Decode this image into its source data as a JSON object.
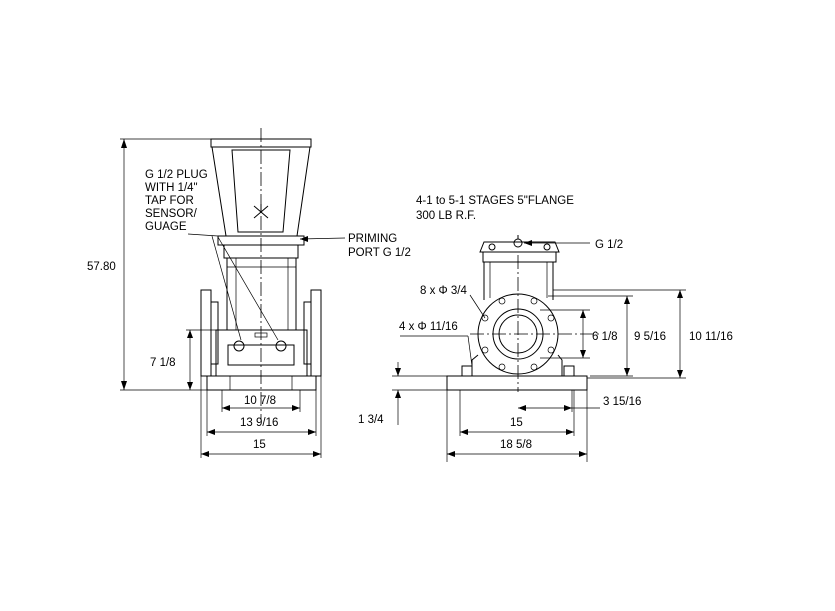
{
  "side_view": {
    "plug_note": [
      "G 1/2 PLUG",
      "WITH 1/4\"",
      "TAP FOR",
      "SENSOR/",
      "GUAGE"
    ],
    "priming_note": [
      "PRIMING",
      "PORT G 1/2"
    ],
    "dim_height": "57.80",
    "dim_inlet_height": "7 1/8",
    "dim_bolt_span": "10 7/8",
    "dim_base_width": "13 9/16",
    "dim_flange_width": "15"
  },
  "front_view": {
    "flange_note": [
      "4-1 to 5-1 STAGES 5\"FLANGE",
      "300 LB R.F."
    ],
    "vent_note": "G 1/2",
    "holes_flange": "8 x Φ 3/4",
    "holes_base": "4 x Φ 11/16",
    "dim_pipe_dia": "6 1/8",
    "dim_flange_dia": "9 5/16",
    "dim_total": "10 11/16",
    "dim_foot": "1 3/4",
    "dim_offset": "3 15/16",
    "dim_base_holes": "15",
    "dim_base_length": "18 5/8"
  }
}
